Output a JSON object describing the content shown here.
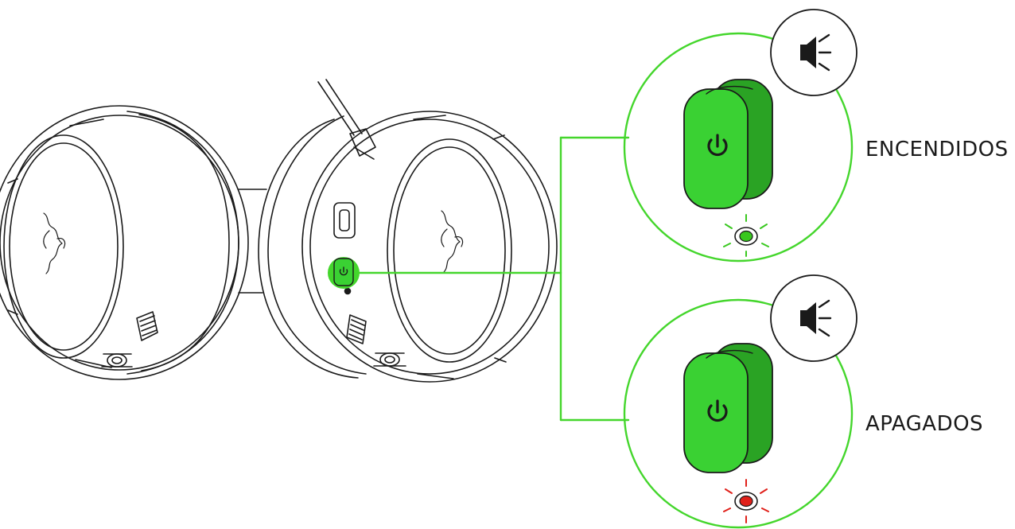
{
  "labels": {
    "on": "ENCENDIDOS",
    "off": "APAGADOS"
  },
  "colors": {
    "accent_green": "#44d62c",
    "button_fill": "#3ad133",
    "button_shadow": "#2aa324",
    "led_on": "#39c81f",
    "led_off": "#e0201a",
    "line": "#1a1a1a"
  },
  "icons": {
    "power_button": "power-icon",
    "mute_indicator": "speaker-mute-icon",
    "logo": "razer-snake-logo"
  }
}
